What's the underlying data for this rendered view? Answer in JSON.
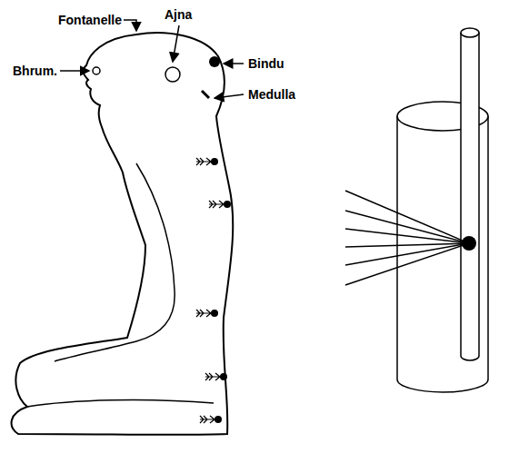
{
  "diagram": {
    "labels": [
      "Fontanelle",
      "Ajna",
      "Bhrum.",
      "Bindu",
      "Medulla"
    ]
  }
}
